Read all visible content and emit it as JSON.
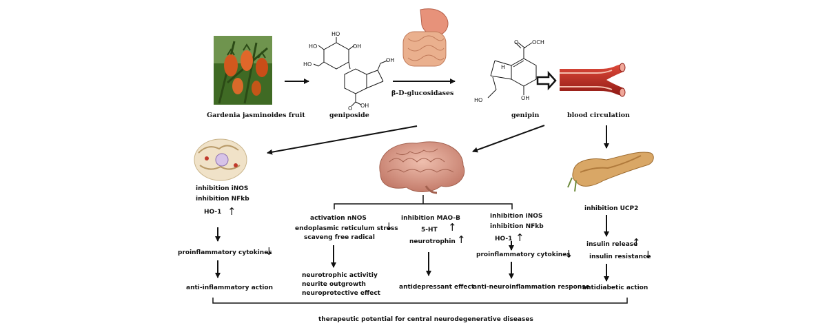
{
  "top": {
    "fruit_label": "Gardenia jasminoides fruit",
    "geniposide_label": "geniposide",
    "enzyme_label": "β-D-glucosidases",
    "genipin_label": "genipin",
    "blood_label": "blood circulation",
    "chem": {
      "ho": "HO",
      "oh": "OH",
      "o": "O",
      "ome": "OCH",
      "h": "H"
    }
  },
  "left_branch": {
    "lines": [
      "inhibition iNOS",
      "inhibition NFkb",
      "HO-1"
    ],
    "cytokines": "proinflammatory cytokines",
    "result": "anti-inflammatory action"
  },
  "brain_branch_1": {
    "lines": [
      "activation nNOS",
      "endoplasmic reticulum stress",
      "scaveng free radical"
    ],
    "results": [
      "neurotrophic activitiy",
      "neurite outgrowth",
      "neuroprotective effect"
    ]
  },
  "brain_branch_2": {
    "lines": [
      "inhibition MAO-B",
      "5-HT",
      "neurotrophin"
    ],
    "result": "antidepressant effect"
  },
  "brain_branch_3": {
    "lines": [
      "inhibition iNOS",
      "inhibition NFkb",
      "HO-1"
    ],
    "cytokines": "proinflammatory cytokines",
    "result": "anti-neuroinflammation response"
  },
  "pancreas_branch": {
    "line": "inhibition UCP2",
    "release": "insulin release",
    "resistance": "insulin resistance",
    "result": "antidiabetic action"
  },
  "bottom": {
    "label": "therapeutic potential for central neurodegenerative diseases"
  },
  "colors": {
    "fruit_green": "#4a7a2a",
    "fruit_orange": "#d2581e",
    "stomach": "#e9a07a",
    "brain": "#d99a8a",
    "pancreas": "#d4a060",
    "vessel": "#b3261e",
    "arrow": "#111111"
  },
  "icons": {
    "up_arrow": "↑",
    "down_arrow": "↓"
  }
}
